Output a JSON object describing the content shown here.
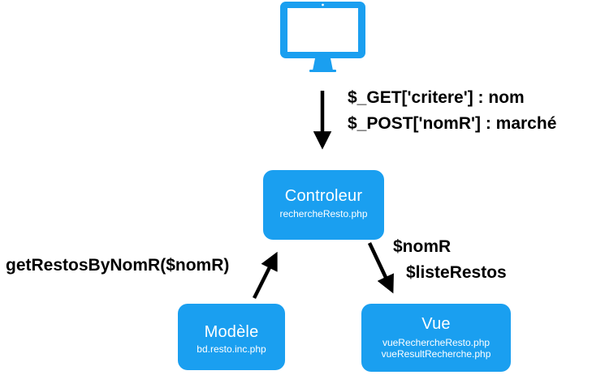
{
  "labels": {
    "get_param": "$_GET['critere'] : nom",
    "post_param": "$_POST['nomR'] : marché",
    "var_nomr": "$nomR",
    "var_listerestos": "$listeRestos",
    "model_call": "getRestosByNomR($nomR)"
  },
  "nodes": {
    "client": {
      "icon": "monitor-icon"
    },
    "controleur": {
      "title": "Controleur",
      "file": "rechercheResto.php"
    },
    "modele": {
      "title": "Modèle",
      "file": "bd.resto.inc.php"
    },
    "vue": {
      "title": "Vue",
      "files": [
        "vueRechercheResto.php",
        "vueResultRecherche.php"
      ]
    }
  },
  "colors": {
    "box": "#1a9ff0",
    "text_on_box": "#ffffff",
    "arrow": "#000000"
  }
}
